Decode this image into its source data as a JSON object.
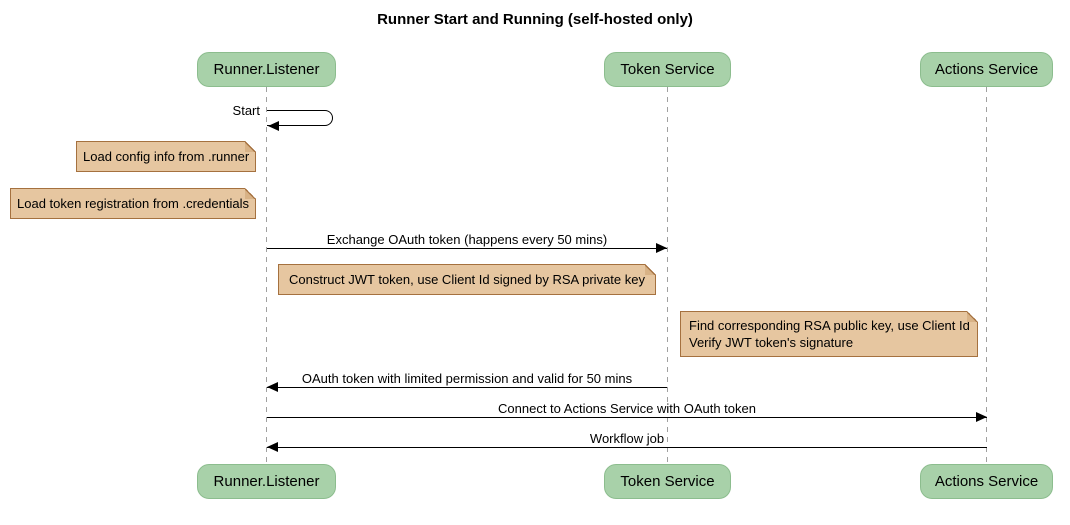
{
  "diagram": {
    "title": "Runner Start and Running (self-hosted only)",
    "participants": [
      {
        "name": "Runner.Listener"
      },
      {
        "name": "Token Service"
      },
      {
        "name": "Actions Service"
      }
    ],
    "self_message": {
      "label": "Start",
      "participant": "Runner.Listener"
    },
    "messages": [
      {
        "label": "Exchange OAuth token (happens every 50 mins)",
        "from": "Runner.Listener",
        "to": "Token Service"
      },
      {
        "label": "OAuth token with limited permission and valid for 50 mins",
        "from": "Token Service",
        "to": "Runner.Listener"
      },
      {
        "label": "Connect to Actions Service with OAuth token",
        "from": "Runner.Listener",
        "to": "Actions Service"
      },
      {
        "label": "Workflow job",
        "from": "Actions Service",
        "to": "Runner.Listener"
      }
    ],
    "notes": [
      {
        "text": "Load config info from .runner"
      },
      {
        "text": "Load token registration from .credentials"
      },
      {
        "text": "Construct JWT token, use Client Id signed by RSA private key"
      },
      {
        "lines": [
          "Find corresponding RSA public key, use Client Id",
          "Verify JWT token's signature"
        ]
      }
    ],
    "colors": {
      "participant_fill": "#A8D1A9",
      "participant_border": "#8CBD8E",
      "note_fill": "#E6C6A0",
      "note_border": "#A5713F",
      "note_fold": "#D8B286",
      "lifeline": "#A0A0A0",
      "arrow": "#000000"
    }
  }
}
